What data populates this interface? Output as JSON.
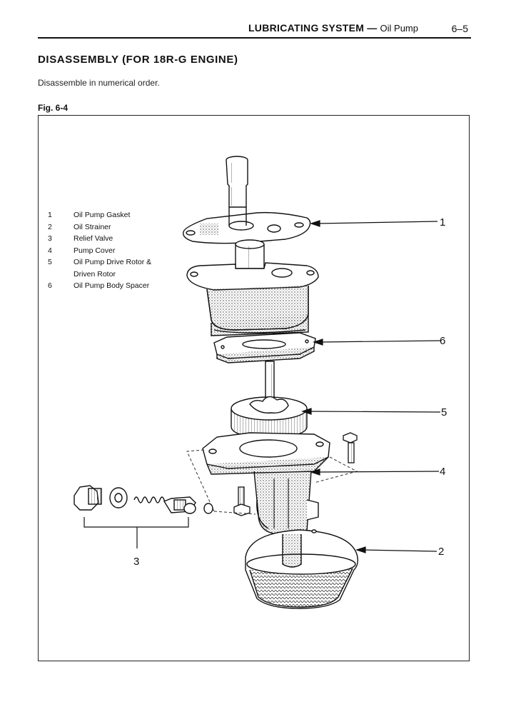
{
  "header": {
    "section": "LUBRICATING SYSTEM",
    "dash": "—",
    "subsection": "Oil Pump",
    "page_number": "6–5"
  },
  "section_title": "DISASSEMBLY (FOR 18R-G ENGINE)",
  "instruction": "Disassemble in numerical order.",
  "figure": {
    "label": "Fig. 6-4",
    "legend": [
      {
        "num": "1",
        "text": "Oil Pump Gasket"
      },
      {
        "num": "2",
        "text": "Oil Strainer"
      },
      {
        "num": "3",
        "text": "Relief Valve"
      },
      {
        "num": "4",
        "text": "Pump Cover"
      },
      {
        "num": "5",
        "text": "Oil Pump Drive Rotor & Driven Rotor"
      },
      {
        "num": "6",
        "text": "Oil Pump Body Spacer"
      }
    ],
    "callouts": {
      "c1": "1",
      "c2": "2",
      "c3": "3",
      "c4": "4",
      "c5": "5",
      "c6": "6"
    }
  }
}
